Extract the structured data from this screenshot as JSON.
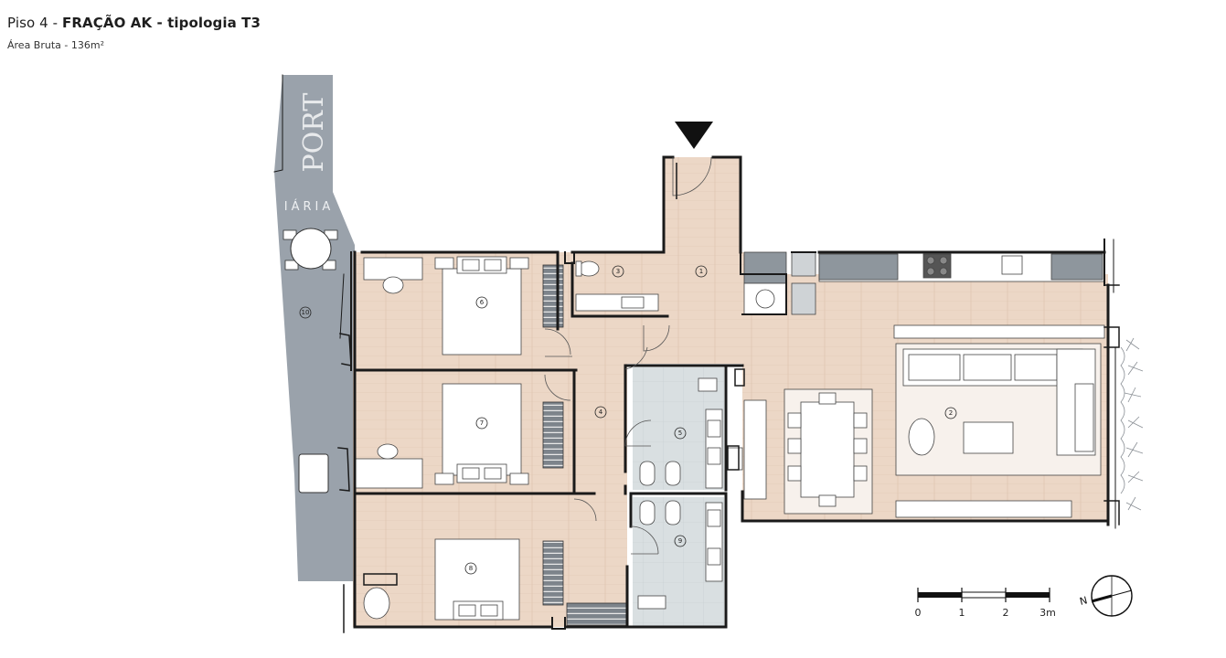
{
  "header": {
    "floor": "Piso 4 - ",
    "unit": "FRAÇÃO AK - tipologia T3",
    "area": "Área Bruta - 136m²"
  },
  "balcony_text": {
    "street": "PORTO",
    "street_partial": "PORT",
    "side": "IÁRIA"
  },
  "rooms": [
    {
      "id": "1",
      "label": "1"
    },
    {
      "id": "2",
      "label": "2"
    },
    {
      "id": "3",
      "label": "3"
    },
    {
      "id": "4",
      "label": "4"
    },
    {
      "id": "5",
      "label": "5"
    },
    {
      "id": "6",
      "label": "6"
    },
    {
      "id": "7",
      "label": "7"
    },
    {
      "id": "8",
      "label": "8"
    },
    {
      "id": "9",
      "label": "9"
    },
    {
      "id": "10",
      "label": "10"
    }
  ],
  "scale_bar": {
    "labels": [
      "0",
      "1",
      "2",
      "3m"
    ]
  },
  "compass": {
    "label": "N"
  },
  "colors": {
    "wood": "#ecd7c6",
    "tile": "#d9dfe1",
    "balcony": "#9aa2ab",
    "wall": "#1a1a1a"
  }
}
